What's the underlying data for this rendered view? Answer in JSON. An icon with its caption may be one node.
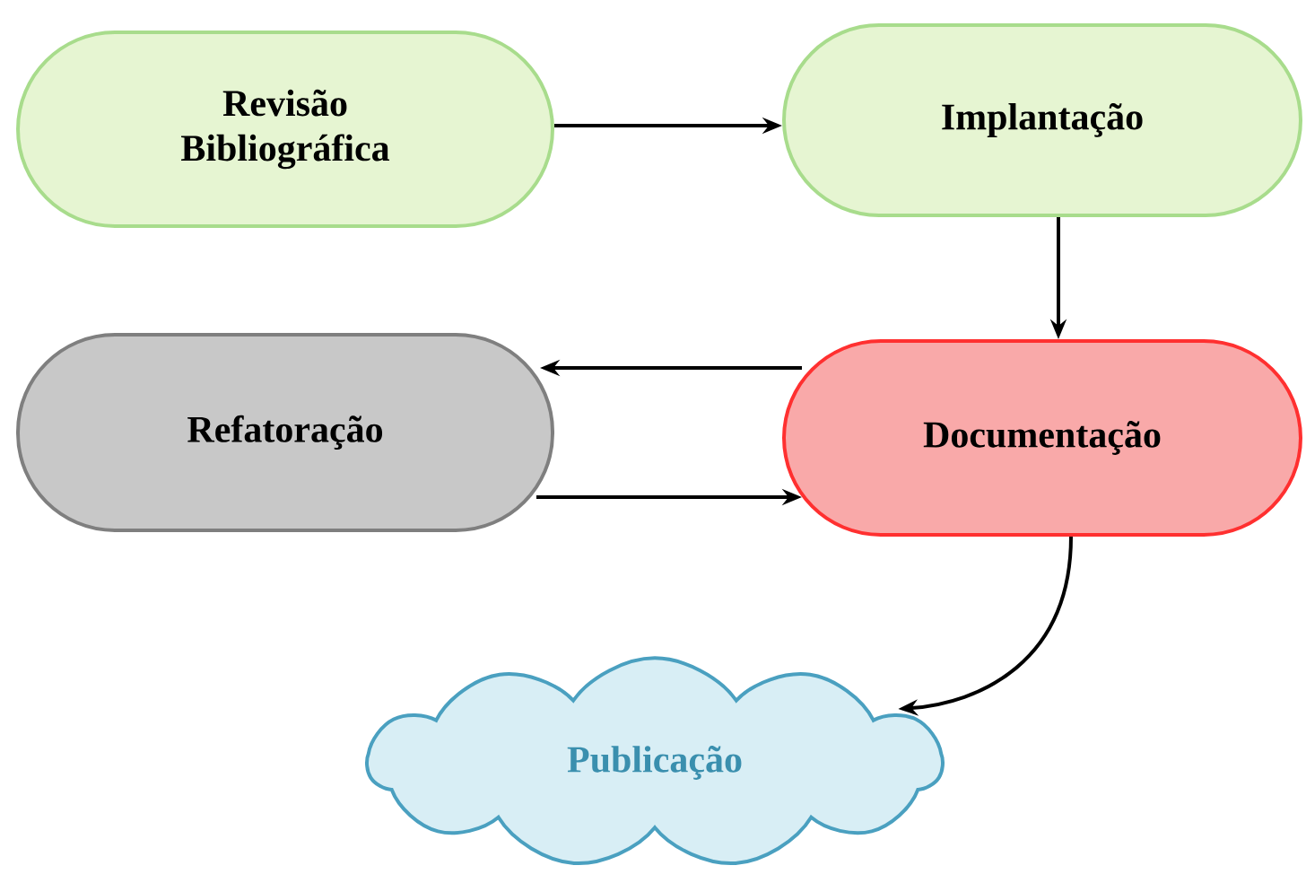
{
  "diagram": {
    "nodes": [
      {
        "text": [
          "Revisão Bibliográfica"
        ]
      },
      {
        "text": [
          "Implantação"
        ]
      },
      {
        "text": [
          "Refatoração"
        ]
      },
      {
        "text": [
          "Documentação"
        ]
      },
      {
        "text": [
          "Publicação"
        ]
      }
    ],
    "edges": [
      {
        "from": 0,
        "to": 1,
        "arrow": "to"
      },
      {
        "from": 1,
        "to": 3,
        "arrow": "to"
      },
      {
        "from": 3,
        "to": 2,
        "arrow": "to"
      },
      {
        "from": 2,
        "to": 3,
        "arrow": "to"
      },
      {
        "from": 3,
        "to": 4,
        "arrow": "to"
      }
    ]
  }
}
